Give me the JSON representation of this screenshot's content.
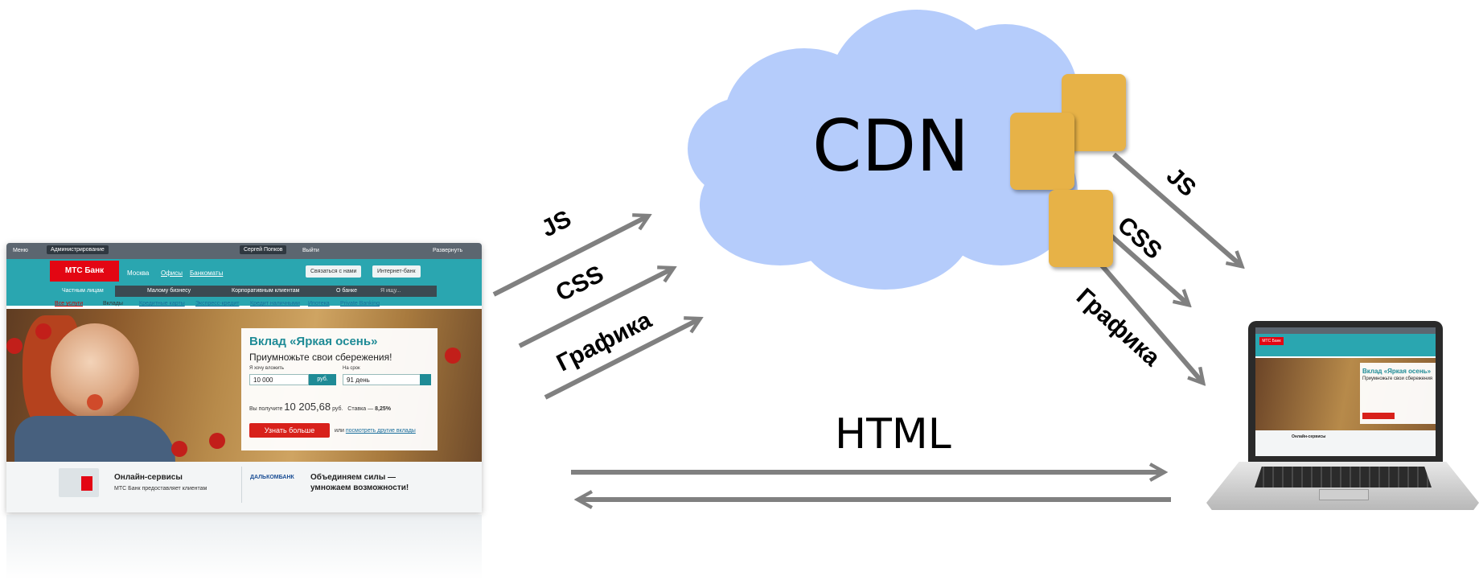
{
  "diagram": {
    "cdn_label": "CDN",
    "html_label": "HTML",
    "upload_labels": [
      "JS",
      "CSS",
      "Графика"
    ],
    "download_labels": [
      "JS",
      "CSS",
      "Графика"
    ]
  },
  "website": {
    "adminbar": [
      "Меню",
      "Администрирование",
      "Сергей Попков",
      "Выйти",
      "Развернуть"
    ],
    "logo": "МТС Банк",
    "header_links": [
      "Москва",
      "Офисы",
      "Банкоматы"
    ],
    "header_buttons": [
      "Связаться с нами",
      "Интернет-банк"
    ],
    "nav": [
      "Частным лицам",
      "Малому бизнесу",
      "Корпоративным клиентам",
      "О банке"
    ],
    "search_placeholder": "Я ищу...",
    "subnav": [
      "Все услуги",
      "Вклады",
      "Кредитные карты",
      "Экспресс-кредит",
      "Кредит наличными",
      "Ипотека",
      "Private Banking"
    ],
    "promo": {
      "title": "Вклад «Яркая осень»",
      "subtitle": "Приумножьте свои сбережения!",
      "amount_label": "Я хочу вложить",
      "amount_value": "10 000",
      "currency": "руб.",
      "term_label": "На срок",
      "term_value": "91 день",
      "result_prefix": "Вы получите",
      "result_value": "10 205,68",
      "result_unit": "руб.",
      "rate_label": "Ставка —",
      "rate_value": "8,25%",
      "cta": "Узнать больше",
      "or_text": "или",
      "other_link": "посмотреть другие вклады"
    },
    "footer": {
      "left_title": "Онлайн-сервисы",
      "left_text": "МТС Банк предоставляет клиентам",
      "partner_logo": "ДАЛЬКОМБАНК",
      "right_title_1": "Объединяем силы —",
      "right_title_2": "умножаем возможности!"
    }
  },
  "laptop": {
    "logo": "МТС Банк",
    "title": "Вклад «Яркая осень»",
    "subtitle": "Приумножьте свои сбережения",
    "footer_title": "Онлайн-сервисы"
  },
  "colors": {
    "cloud": "#b5ccfb",
    "node": "#e7b247",
    "arrow": "#808080",
    "brand_teal": "#2aa6b0",
    "brand_red": "#e30613"
  }
}
